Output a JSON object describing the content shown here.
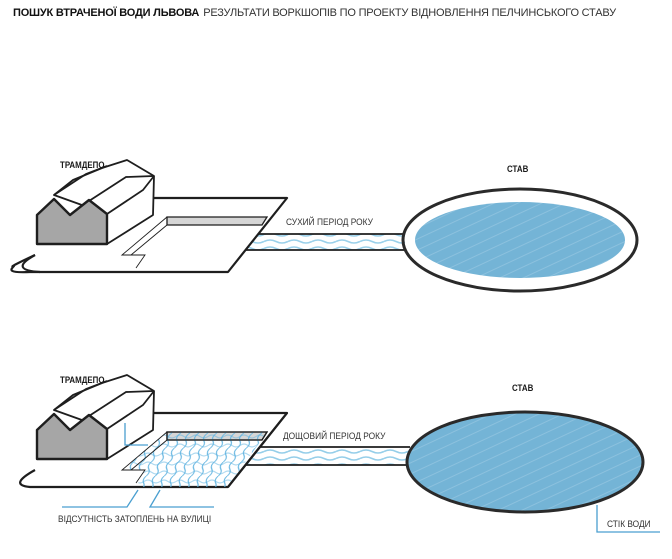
{
  "header": {
    "title": "ПОШУК ВТРАЧЕНОЇ ВОДИ ЛЬВОВА",
    "subtitle": "РЕЗУЛЬТАТИ ВОРКШОПІВ ПО ПРОЕКТУ ВІДНОВЛЕННЯ ПЕЛЧИНСЬКОГО СТАВУ"
  },
  "diagrams": [
    {
      "scenario": "dry",
      "depot_label": "ТРАМДЕПО",
      "channel_label": "СУХИЙ ПЕРІОД РОКУ",
      "pond_label": "СТАВ"
    },
    {
      "scenario": "rainy",
      "depot_label": "ТРАМДЕПО",
      "channel_label": "ДОЩОВИЙ ПЕРІОД РОКУ",
      "pond_label": "СТАВ",
      "street_label": "ВІДСУТНІСТЬ ЗАТОПЛЕНЬ НА ВУЛИЦІ",
      "outflow_label": "СТІК ВОДИ"
    }
  ],
  "colors": {
    "water": "#74b4d6",
    "water_line": "#8fcbe8",
    "building": "#a6a6a6",
    "basin_wall": "#d6d6d6",
    "outline": "#1e1e1e",
    "annotation": "#4a9fd0"
  }
}
